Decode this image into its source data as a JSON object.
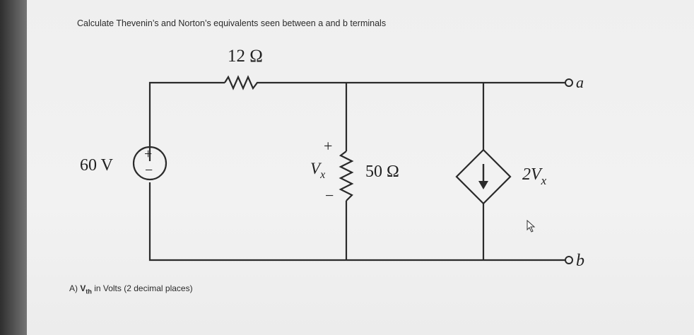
{
  "question": "Calculate Thevenin’s and Norton’s equivalents seen between a and b terminals",
  "circuit": {
    "resistor_series": "12 Ω",
    "resistor_shunt": "50 Ω",
    "voltage_source": "60 V",
    "source_plus": "+",
    "source_minus": "−",
    "vx_label": "V",
    "vx_sub": "x",
    "vx_plus": "+",
    "vx_minus": "−",
    "dependent_source": "2V",
    "dependent_sub": "x",
    "terminal_a": "a",
    "terminal_b": "b"
  },
  "answer_prompt": {
    "prefix": "A) ",
    "var": "V",
    "var_sub": "th",
    "suffix": " in Volts (2 decimal places)"
  }
}
